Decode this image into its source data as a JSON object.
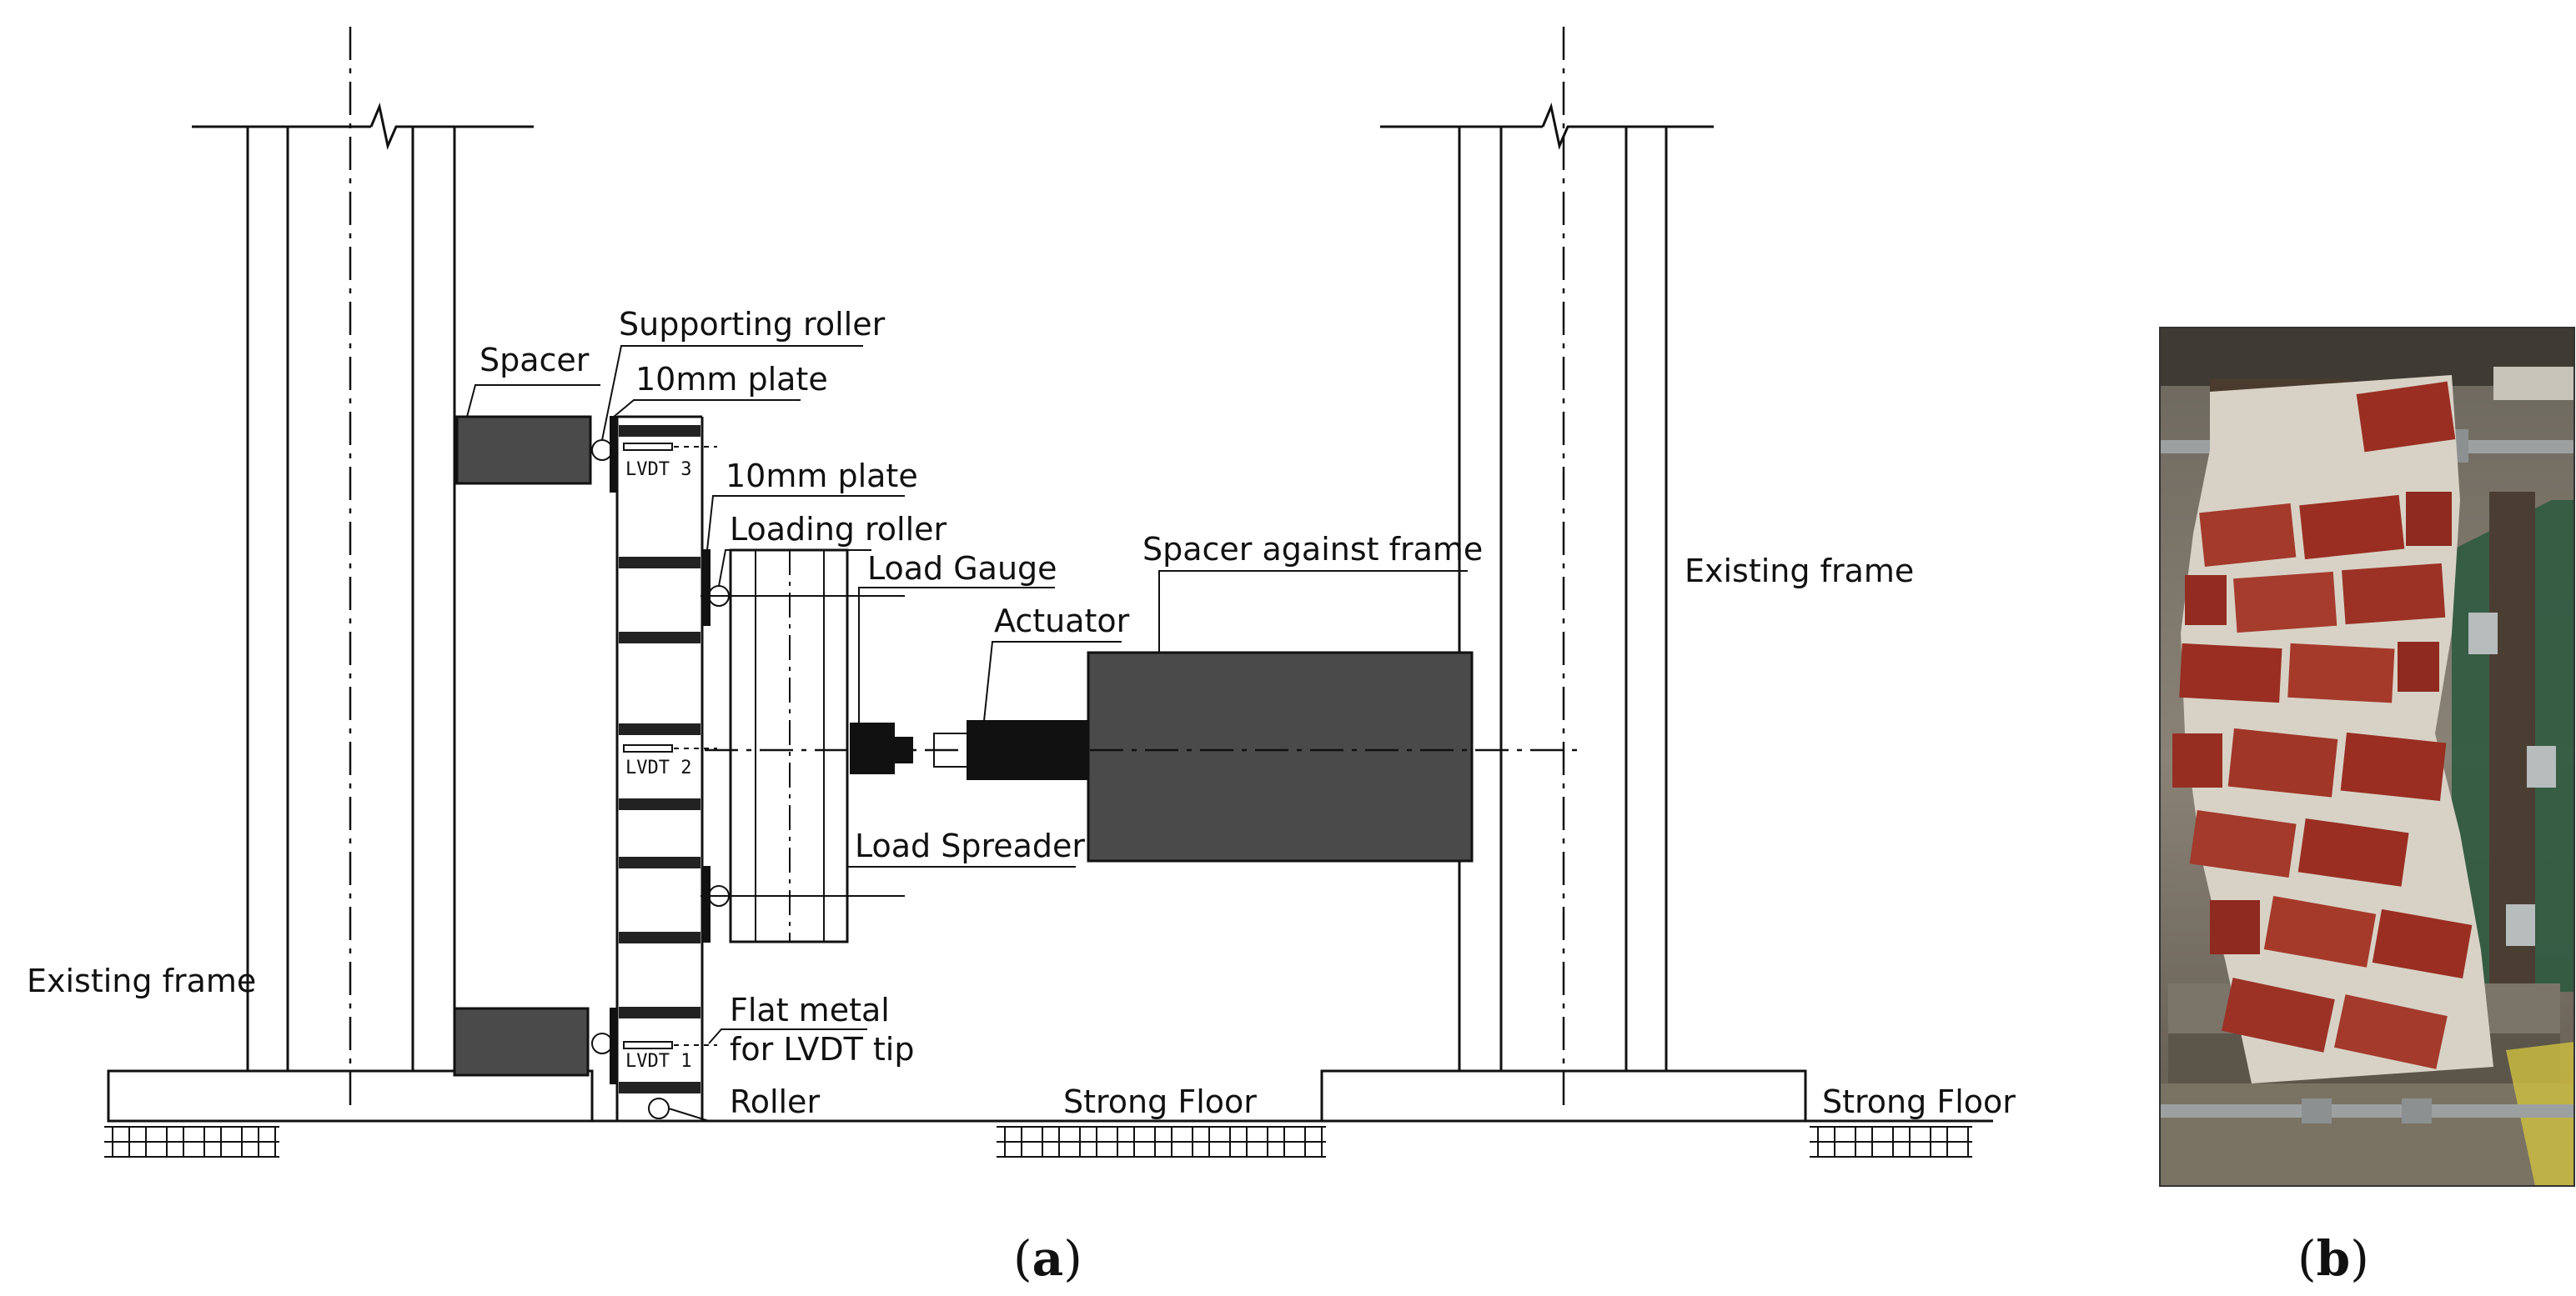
{
  "panel_a": {
    "caption_open": "(",
    "caption_letter": "a",
    "caption_close": ")",
    "labels": {
      "spacer": "Spacer",
      "supporting_roller": "Supporting roller",
      "plate_top": "10mm plate",
      "plate_mid": "10mm plate",
      "loading_roller": "Loading roller",
      "load_gauge": "Load Gauge",
      "actuator": "Actuator",
      "spacer_against_frame": "Spacer against frame",
      "existing_frame_left": "Existing frame",
      "existing_frame_right": "Existing frame",
      "load_spreader": "Load Spreader",
      "flat_metal_line1": "Flat metal",
      "flat_metal_line2": "for LVDT tip",
      "roller": "Roller",
      "strong_floor_left": "Strong Floor",
      "strong_floor_right": "Strong Floor",
      "lvdt1": "LVDT 1",
      "lvdt2": "LVDT 2",
      "lvdt3": "LVDT 3"
    }
  },
  "panel_b": {
    "caption_open": "(",
    "caption_letter": "b",
    "caption_close": ")"
  },
  "colors": {
    "line": "#111111",
    "spacer_fill": "#4a4a4a",
    "brick": "#9a2e22",
    "mortar_photo": "#d8d2c6",
    "frame_steel": "#5a4a3a",
    "glass": "#2f5a40"
  }
}
